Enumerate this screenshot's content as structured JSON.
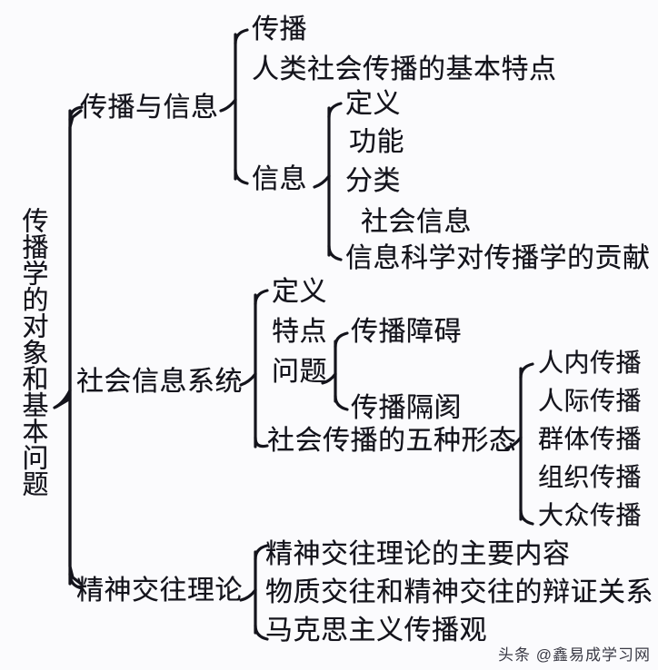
{
  "diagram": {
    "title": "传播学的对象和基本问题",
    "root": "传播学的对象和基本问题",
    "background_color": "#fbfbfd",
    "ink_color": "#14141c",
    "branches": {
      "b1": {
        "label": "传播与信息",
        "children": {
          "c1": "传播",
          "c2": "人类社会传播的基本特点",
          "c3": "信息",
          "c3_children": {
            "d1": "定义",
            "d2": "功能",
            "d3": "分类",
            "d4": "社会信息",
            "d5": "信息科学对传播学的贡献"
          }
        }
      },
      "b2": {
        "label": "社会信息系统",
        "children": {
          "c1": "定义",
          "c2": "特点",
          "c3": "问题",
          "c3_children": {
            "d1": "传播障碍",
            "d2": "传播隔阂"
          },
          "c4": "社会传播的五种形态",
          "c4_children": {
            "d1": "人内传播",
            "d2": "人际传播",
            "d3": "群体传播",
            "d4": "组织传播",
            "d5": "大众传播"
          }
        }
      },
      "b3": {
        "label": "精神交往理论",
        "children": {
          "c1": "精神交往理论的主要内容",
          "c2": "物质交往和精神交往的辩证关系",
          "c3": "马克思主义传播观"
        }
      }
    }
  },
  "watermark": {
    "source": "头条",
    "handle": "@鑫易成学习网"
  }
}
